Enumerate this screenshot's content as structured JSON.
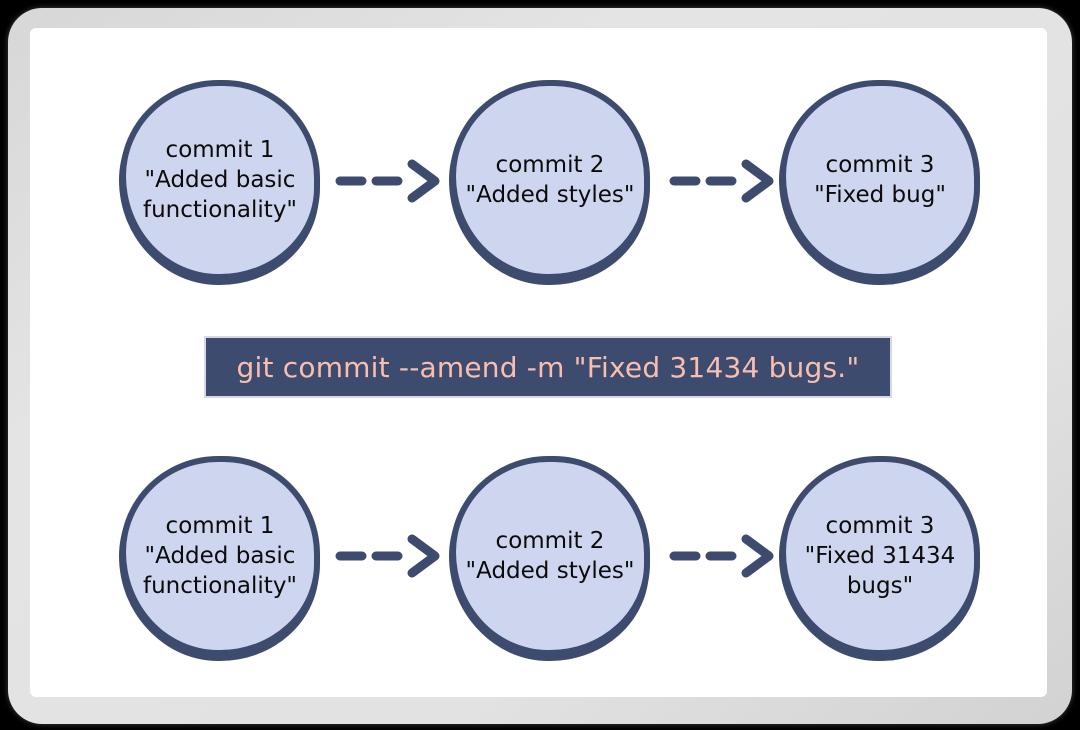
{
  "diagram": {
    "command": "git commit --amend -m \"Fixed 31434 bugs.\"",
    "rows": {
      "before": {
        "commit1": "commit 1\n\"Added basic\nfunctionality\"",
        "commit2": "commit 2\n\"Added styles\"",
        "commit3": "commit 3\n\"Fixed bug\""
      },
      "after": {
        "commit1": "commit 1\n\"Added basic\nfunctionality\"",
        "commit2": "commit 2\n\"Added styles\"",
        "commit3": "commit 3\n\"Fixed 31434\nbugs\""
      }
    },
    "colors": {
      "page_background": "#000000",
      "frame": "#e2e2e2",
      "canvas": "#ffffff",
      "node_fill": "#ced6ef",
      "node_border": "#3d4b6e",
      "node_text": "#0b0b0b",
      "arrow": "#3d4b6e",
      "bar_background": "#3d4b6e",
      "bar_text": "#f8beb0"
    }
  }
}
